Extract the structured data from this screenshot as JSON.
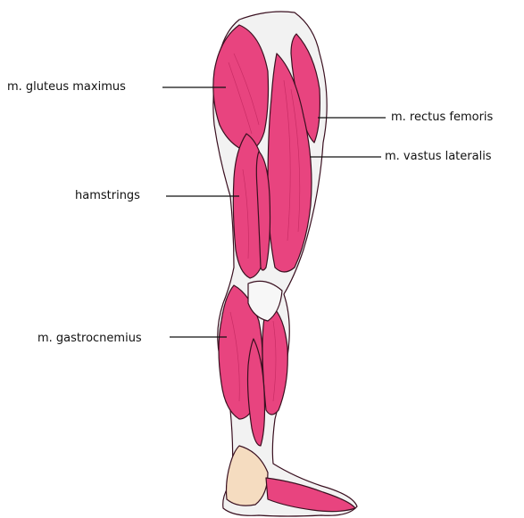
{
  "labels": {
    "gluteus_maximus": "m. gluteus maximus",
    "rectus_femoris": "m. rectus femoris",
    "vastus_lateralis": "m. vastus lateralis",
    "hamstrings": "hamstrings",
    "gastrocnemius": "m. gastrocnemius"
  },
  "colors": {
    "muscle": "#e8447f",
    "muscle_dark": "#c2275f",
    "tendon": "#f2f2f2",
    "skin": "#f5dcc0",
    "outline": "#3a1020"
  }
}
